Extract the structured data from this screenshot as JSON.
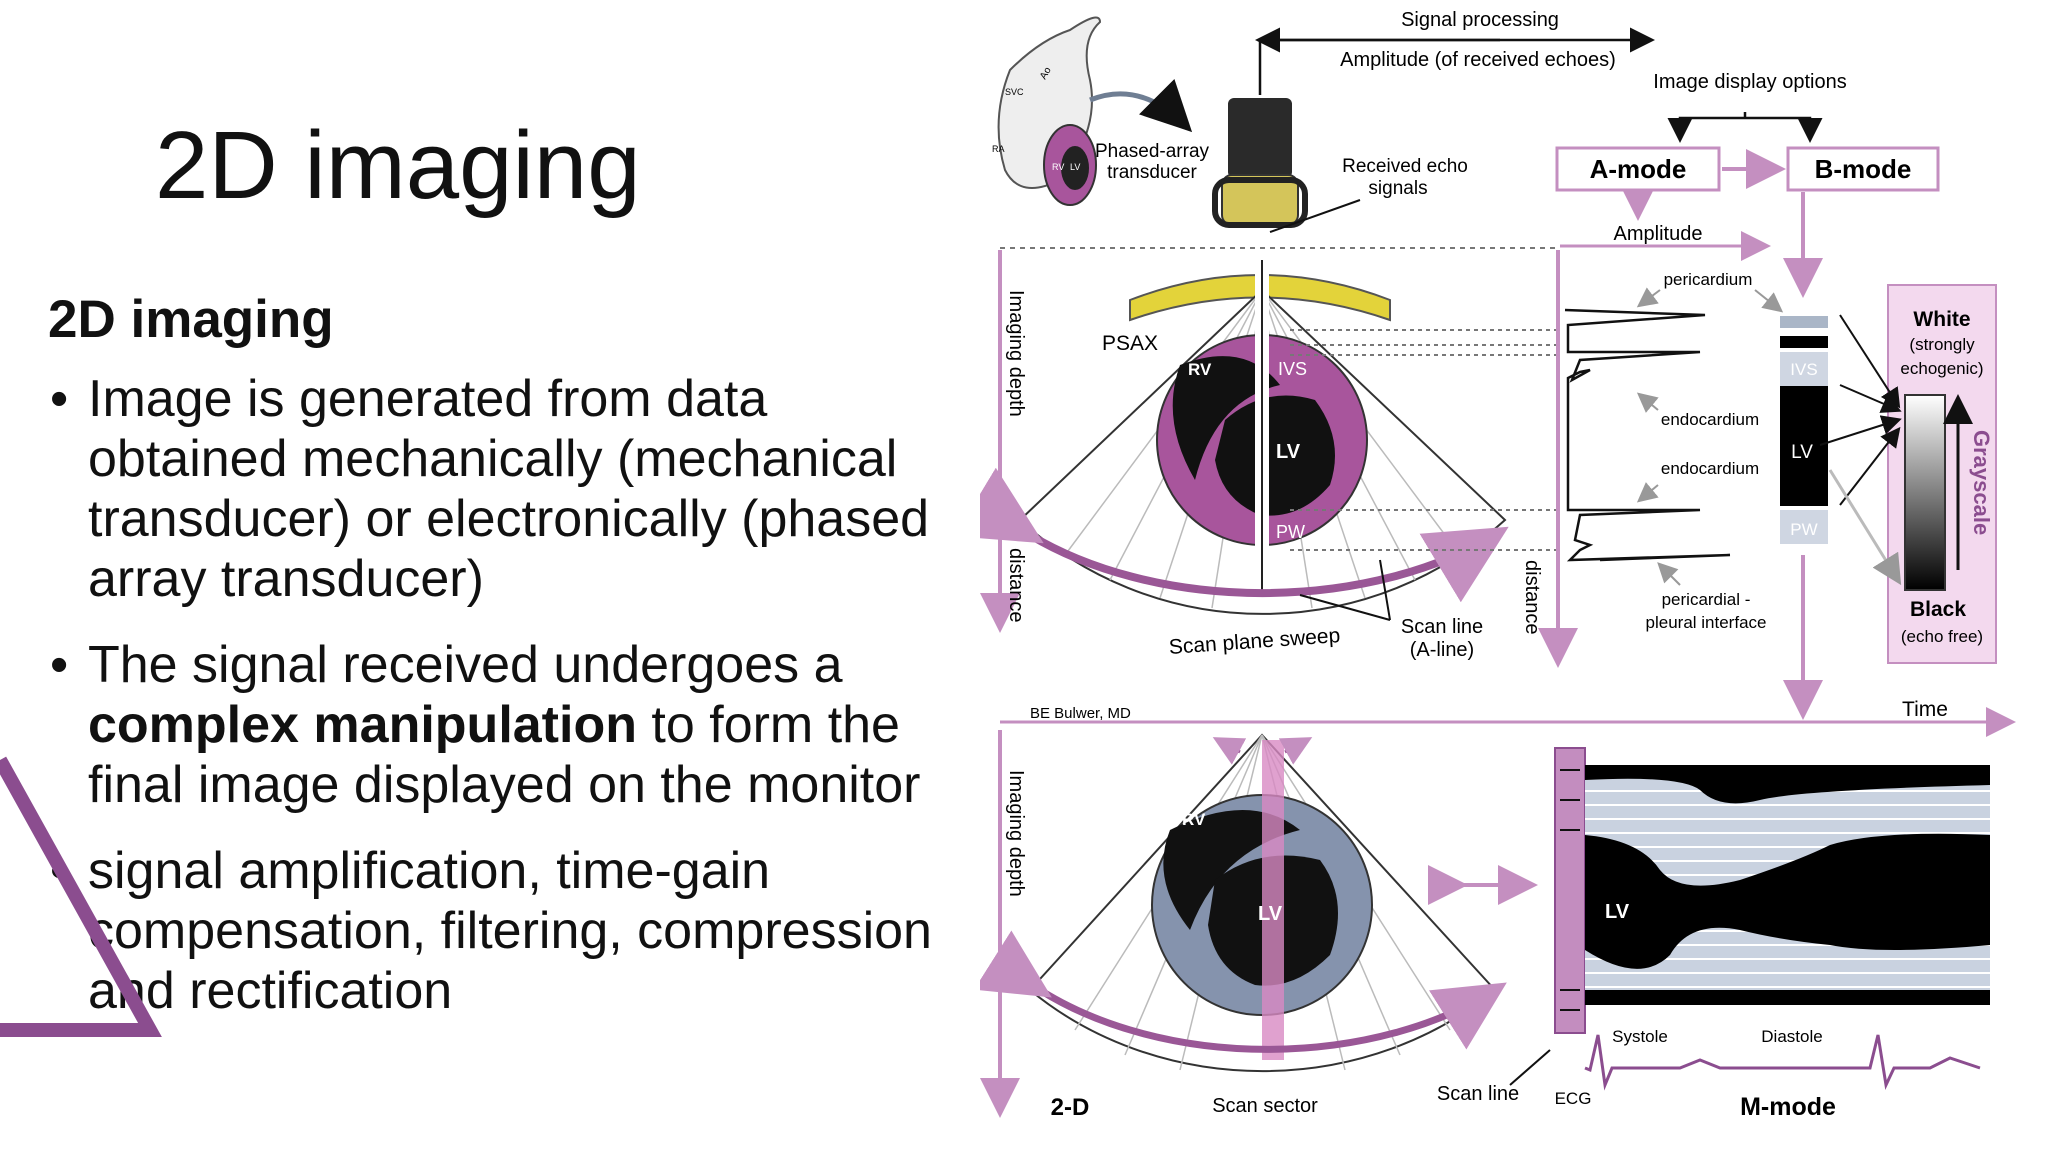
{
  "slide": {
    "title": "2D imaging",
    "subheading": "2D imaging",
    "bullets": [
      {
        "text": "Image is generated from data obtained mechanically (mechanical transducer) or electronically (phased array transducer)"
      },
      {
        "pre": "The signal received undergoes a ",
        "bold": "complex manipulation",
        "post": " to form the final image displayed on the monitor"
      },
      {
        "text": "signal amplification, time-gain compensation, filtering, compression and rectification"
      }
    ]
  },
  "diagram": {
    "signal_processing": "Signal processing",
    "amplitude_received": "Amplitude (of received echoes)",
    "image_display_options": "Image display options",
    "a_mode": "A-mode",
    "b_mode": "B-mode",
    "amplitude": "Amplitude",
    "phased_array_line1": "Phased-array",
    "phased_array_line2": "transducer",
    "received_echo_line1": "Received echo",
    "received_echo_line2": "signals",
    "imaging_depth": "Imaging depth",
    "distance": "distance",
    "psax": "PSAX",
    "rv": "RV",
    "ivs": "IVS",
    "lv": "LV",
    "pw": "PW",
    "scan_plane_sweep": "Scan plane sweep",
    "scan_line_a_line1": "Scan line",
    "scan_line_a_line2": "(A-line)",
    "pericardium": "pericardium",
    "endocardium": "endocardium",
    "pericardial_line1": "pericardial -",
    "pericardial_line2": "pleural interface",
    "white": "White",
    "strongly_line1": "(strongly",
    "strongly_line2": "echogenic)",
    "grayscale": "Grayscale",
    "black": "Black",
    "echo_free": "(echo free)",
    "credit": "BE Bulwer, MD",
    "time": "Time",
    "two_d": "2-D",
    "scan_sector": "Scan sector",
    "scan_line": "Scan line",
    "ecg": "ECG",
    "systole": "Systole",
    "diastole": "Diastole",
    "m_mode": "M-mode",
    "heart_labels": [
      "SVC",
      "Ao",
      "RA",
      "RV",
      "LV"
    ]
  },
  "colors": {
    "accent_purple": "#8b4d8f",
    "arrow_pink": "#c48fc0",
    "myocardium": "#a8559c",
    "tissue_yellow": "#e3d33a"
  }
}
